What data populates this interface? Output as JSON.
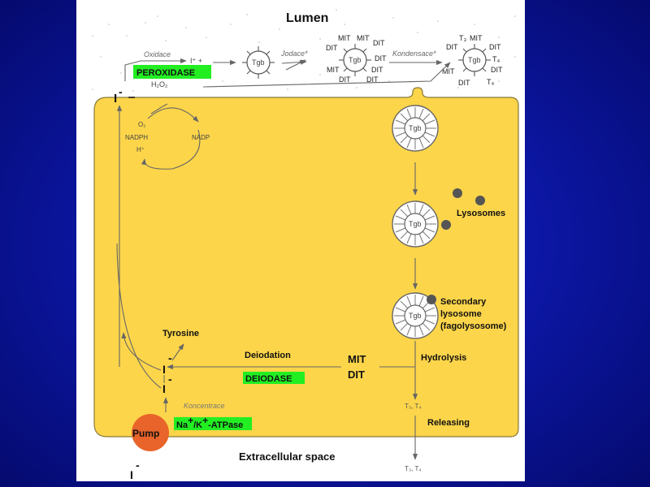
{
  "lumen": "Lumen",
  "extracellular": "Extracellular space",
  "enzymes": {
    "oxidace": "Oxidace",
    "jodace": "Jodace*",
    "kondensace": "Kondensace*",
    "koncentrace": "Koncentrace"
  },
  "peroxidase": "PEROXIDASE",
  "deiodase": "DEIODASE",
  "atpase": "-ATPase",
  "pump": "Pump",
  "ion": "I",
  "charge": "-",
  "iplus": "I⁺ +",
  "h2o2_top": "H₂O₂",
  "cycle": {
    "o2": "O₂",
    "nadph": "NADPH",
    "hplus": "H⁺",
    "nadp": "NADP"
  },
  "tgb": "Tgb",
  "mit": "MIT",
  "dit": "DIT",
  "t3": "T₃",
  "t4": "T₄",
  "lysosomes": "Lysosomes",
  "secondary": [
    "Secondary",
    "lysosome",
    "(fagolysosome)"
  ],
  "tyrosine": "Tyrosine",
  "deiodation": "Deiodation",
  "hydrolysis": "Hydrolysis",
  "releasing": "Releasing",
  "mit_dit": [
    "MIT",
    "DIT"
  ],
  "t3t4": "T₃, T₄",
  "colors": {
    "cell": "#fcd54a",
    "pump": "#e8642a",
    "enzyme": "#22ee22",
    "background": "#0c17a6"
  }
}
